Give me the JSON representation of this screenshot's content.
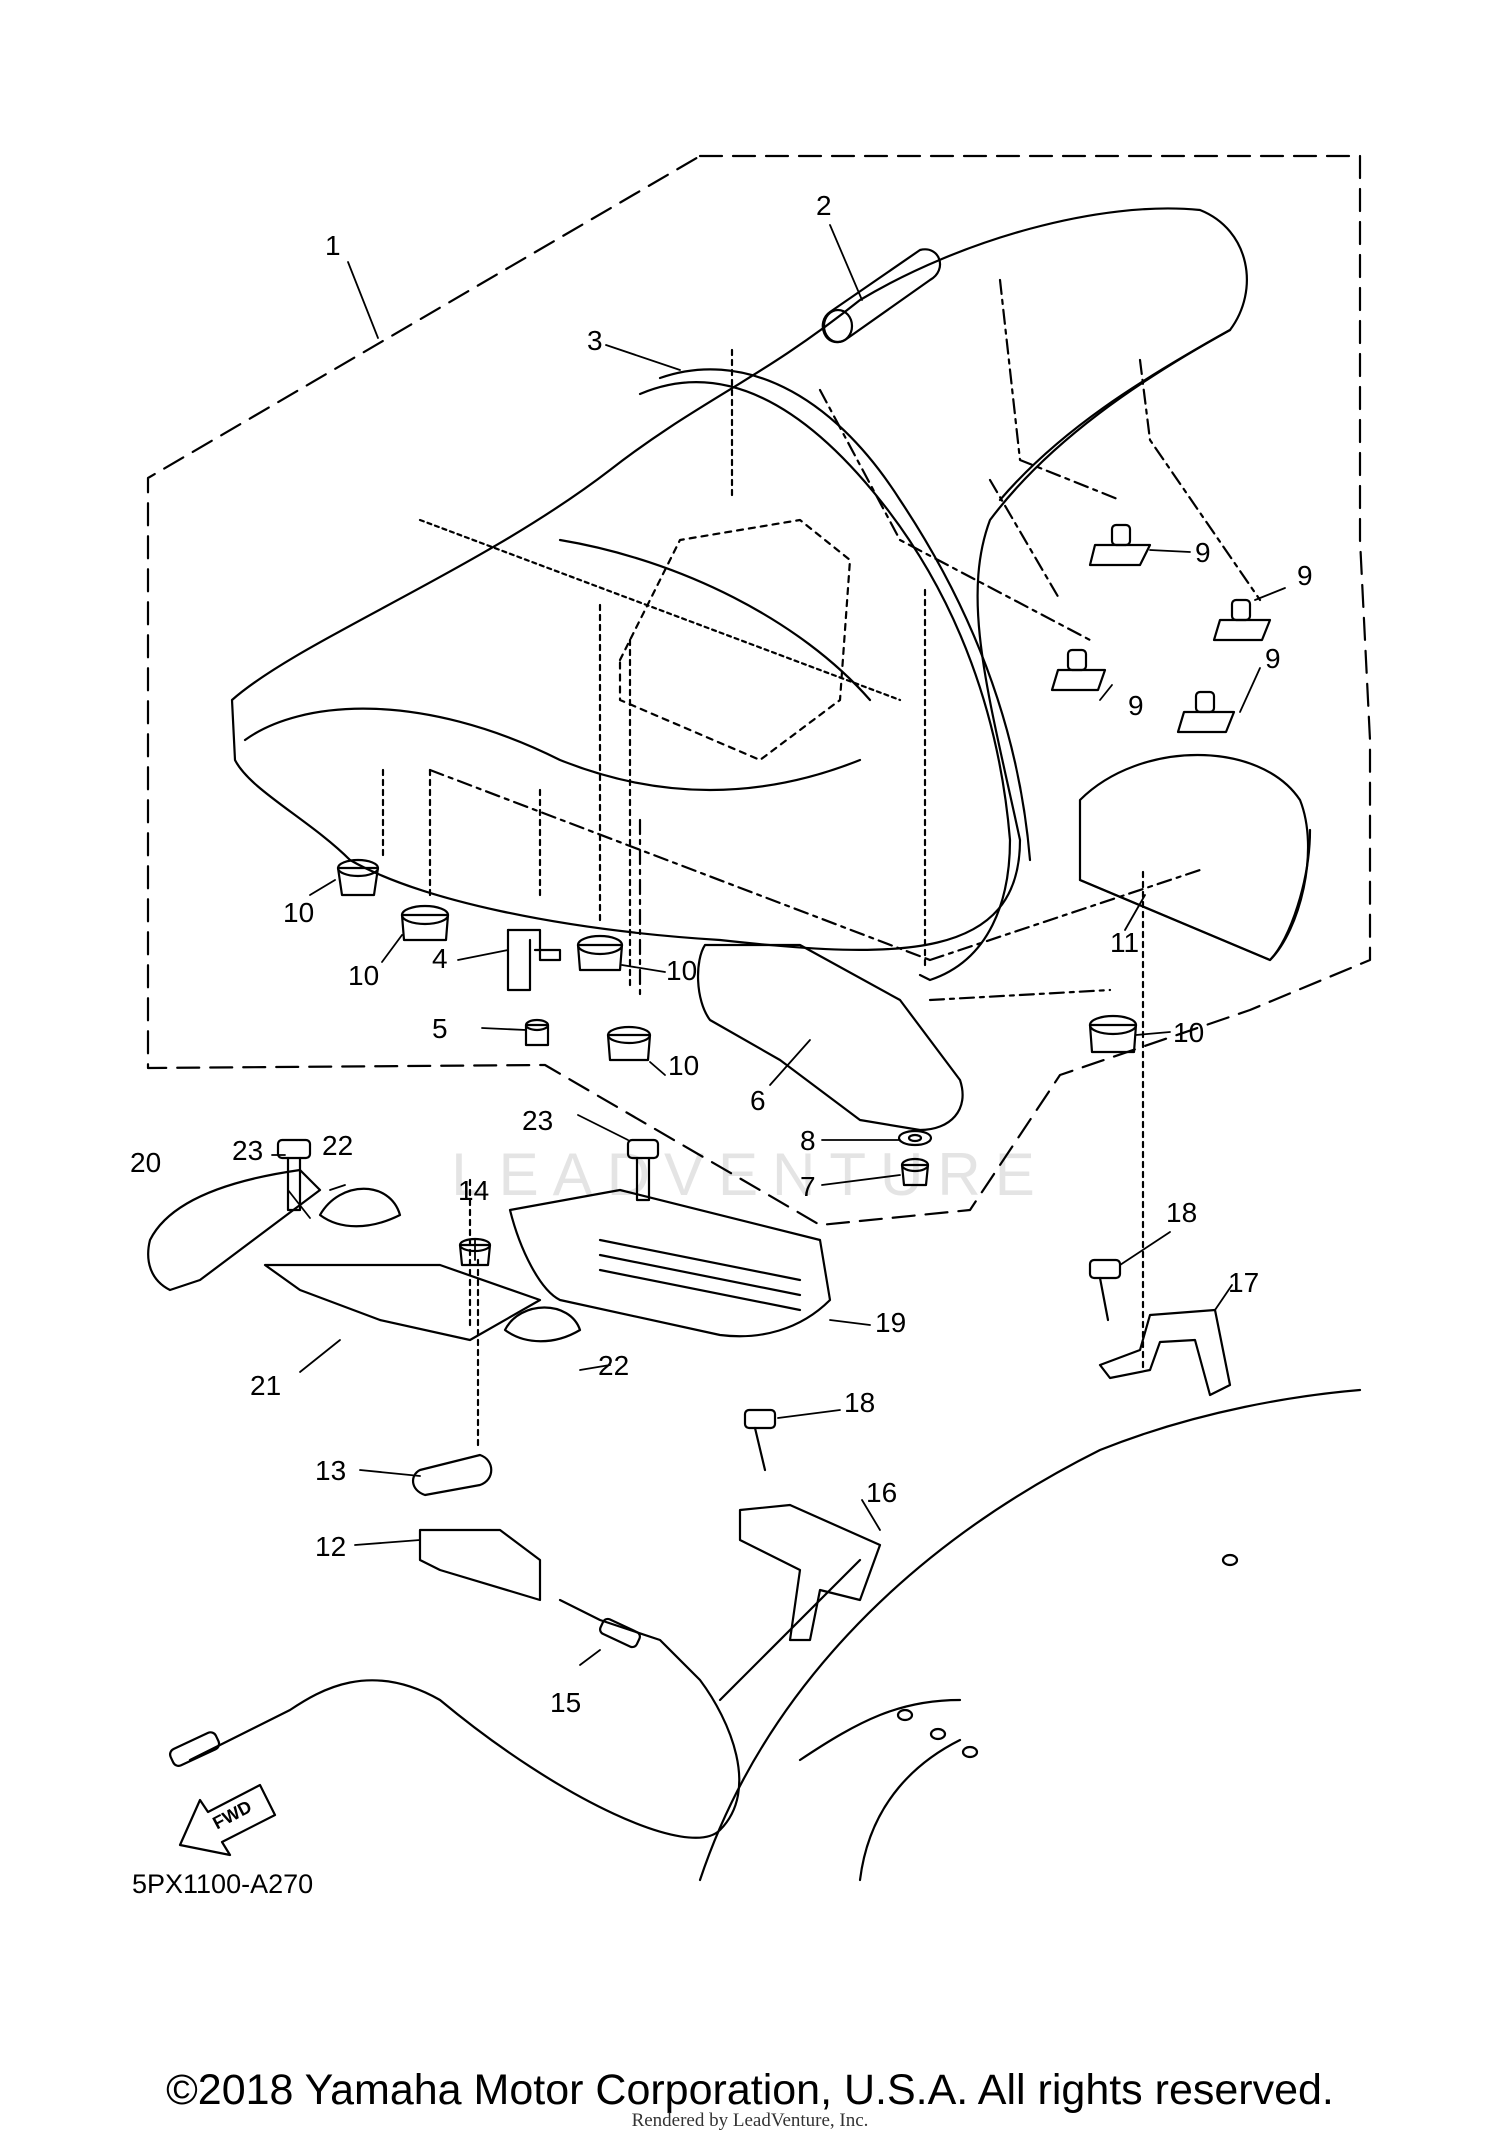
{
  "diagram": {
    "reference_code": "5PX1100-A270",
    "fwd_label": "FWD",
    "watermark": "LEADVENTURE",
    "callouts": [
      {
        "id": "c1",
        "label": "1"
      },
      {
        "id": "c2",
        "label": "2"
      },
      {
        "id": "c3",
        "label": "3"
      },
      {
        "id": "c4",
        "label": "4"
      },
      {
        "id": "c5",
        "label": "5"
      },
      {
        "id": "c6",
        "label": "6"
      },
      {
        "id": "c7",
        "label": "7"
      },
      {
        "id": "c8",
        "label": "8"
      },
      {
        "id": "c9a",
        "label": "9"
      },
      {
        "id": "c9b",
        "label": "9"
      },
      {
        "id": "c9c",
        "label": "9"
      },
      {
        "id": "c9d",
        "label": "9"
      },
      {
        "id": "c10a",
        "label": "10"
      },
      {
        "id": "c10b",
        "label": "10"
      },
      {
        "id": "c10c",
        "label": "10"
      },
      {
        "id": "c10d",
        "label": "10"
      },
      {
        "id": "c10e",
        "label": "10"
      },
      {
        "id": "c11",
        "label": "11"
      },
      {
        "id": "c12",
        "label": "12"
      },
      {
        "id": "c13",
        "label": "13"
      },
      {
        "id": "c14",
        "label": "14"
      },
      {
        "id": "c15",
        "label": "15"
      },
      {
        "id": "c16",
        "label": "16"
      },
      {
        "id": "c17",
        "label": "17"
      },
      {
        "id": "c18a",
        "label": "18"
      },
      {
        "id": "c18b",
        "label": "18"
      },
      {
        "id": "c19",
        "label": "19"
      },
      {
        "id": "c20",
        "label": "20"
      },
      {
        "id": "c21",
        "label": "21"
      },
      {
        "id": "c22a",
        "label": "22"
      },
      {
        "id": "c22b",
        "label": "22"
      },
      {
        "id": "c23a",
        "label": "23"
      },
      {
        "id": "c23b",
        "label": "23"
      }
    ]
  },
  "footer": {
    "copyright": "©2018 Yamaha Motor Corporation, U.S.A. All rights reserved.",
    "rendered_by": "Rendered by LeadVenture, Inc."
  }
}
